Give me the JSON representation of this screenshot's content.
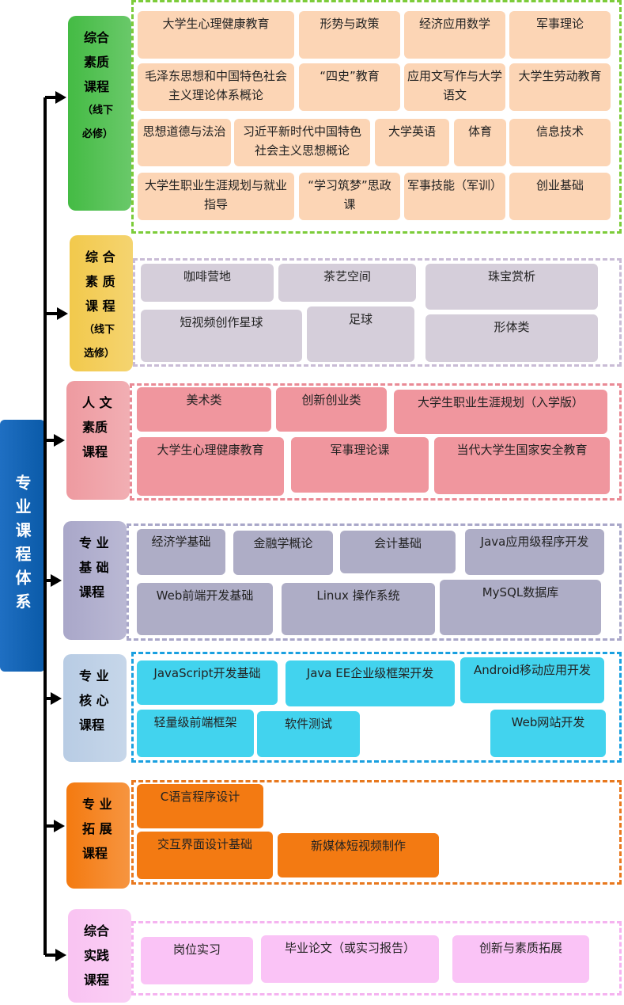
{
  "root": {
    "label": "专业课程体系",
    "color": "#0a5aa8"
  },
  "categories": [
    {
      "id": "general-required",
      "label": "综合\n素质\n课程",
      "note": "（线下\n必修）",
      "color": "#44bb44",
      "border": "#7ccc3a",
      "box_color": "#fcd5b5",
      "courses": [
        "大学生心理健康教育",
        "形势与政策",
        "经济应用数学",
        "军事理论",
        "毛泽东思想和中国特色社会主义理论体系概论",
        "“四史”教育",
        "应用文写作与大学语文",
        "大学生劳动教育",
        "思想道德与法治",
        "习近平新时代中国特色社会主义思想概论",
        "大学英语",
        "体育",
        "信息技术",
        "大学生职业生涯规划与就业指导",
        "“学习筑梦”思政课",
        "军事技能（军训）",
        "创业基础"
      ]
    },
    {
      "id": "general-elective",
      "label": "综 合\n素 质\n课 程",
      "note": "（线下\n选修）",
      "color": "#f2c94c",
      "border": "#c9bcd6",
      "box_color": "#d5ceda",
      "courses": [
        "咖啡营地",
        "茶艺空间",
        "珠宝赏析",
        "短视频创作星球",
        "足球",
        "形体类"
      ]
    },
    {
      "id": "humanities",
      "label": "人 文\n素质\n课程",
      "note": "",
      "color": "#ee9aa0",
      "border": "#e98a95",
      "box_color": "#f0969e",
      "courses": [
        "美术类",
        "创新创业类",
        "大学生职业生涯规划（入学版）",
        "大学生心理健康教育",
        "军事理论课",
        "当代大学生国家安全教育"
      ]
    },
    {
      "id": "foundation",
      "label": "专 业\n基 础\n课程",
      "note": "",
      "color": "#a9a7c9",
      "border": "#a9a7c9",
      "box_color": "#aeadc6",
      "courses": [
        "经济学基础",
        "金融学概论",
        "会计基础",
        "Java应用级程序开发",
        "Web前端开发基础",
        "Linux 操作系统",
        "MySQL数据库"
      ]
    },
    {
      "id": "core",
      "label": "专 业\n核 心\n课程",
      "note": "",
      "color": "#b8cce4",
      "border": "#1aa0e0",
      "box_color": "#42d3ee",
      "courses": [
        "JavaScript开发基础",
        "Java  EE企业级框架开发",
        "Android移动应用开发",
        "轻量级前端框架",
        "软件测试",
        "Web网站开发"
      ]
    },
    {
      "id": "extension",
      "label": "专 业\n拓 展\n课程",
      "note": "",
      "color": "#f47a10",
      "border": "#e8781e",
      "box_color": "#f37a12",
      "courses": [
        "C语言程序设计",
        "交互界面设计基础",
        "新媒体短视频制作"
      ]
    },
    {
      "id": "practice",
      "label": "综合\n实践\n课程",
      "note": "",
      "color": "#f9c3f2",
      "border": "#f5b3f0",
      "box_color": "#fac3f6",
      "courses": [
        "岗位实习",
        "毕业论文（或实习报告）",
        "创新与素质拓展"
      ]
    }
  ]
}
